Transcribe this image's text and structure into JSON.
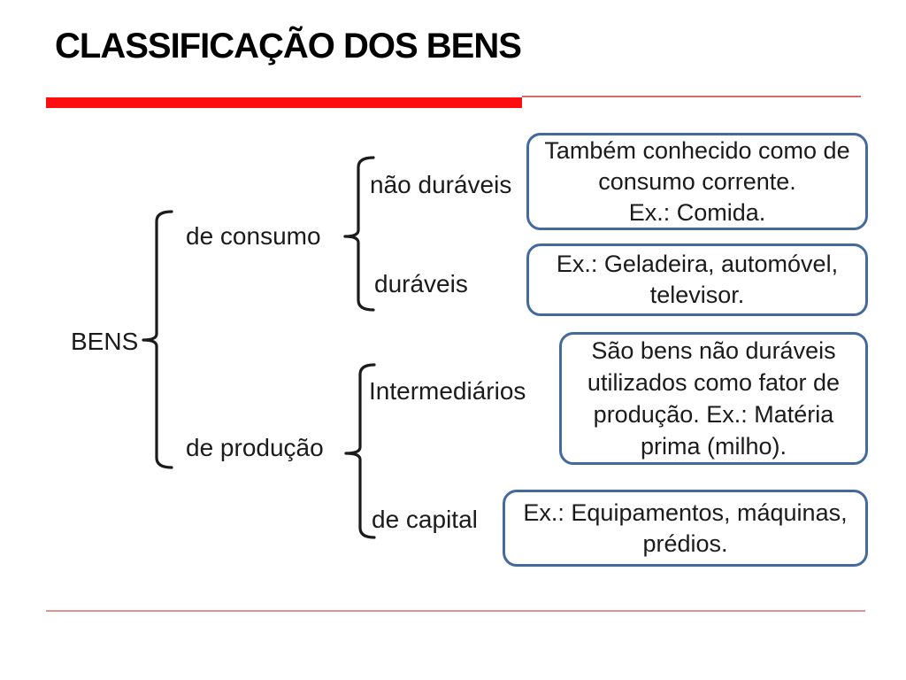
{
  "slide": {
    "title": "CLASSIFICAÇÃO DOS BENS",
    "colors": {
      "accent_red": "#FD0D0D",
      "rule_red_light": "#DD9494",
      "callout_border_blue": "#44699C",
      "text_black": "#1B1B1B"
    }
  },
  "tree": {
    "root_label": "BENS",
    "branches": {
      "consumo_label": "de consumo",
      "nao_duraveis_label": "não duráveis",
      "duraveis_label": "duráveis",
      "producao_label": "de produção",
      "intermediarios_label": "Intermediários",
      "capital_label": "de capital"
    }
  },
  "callouts": {
    "nao_duraveis_note": "Também conhecido como de\nconsumo corrente.\nEx.: Comida.",
    "duraveis_note": "Ex.: Geladeira, automóvel,\ntelevisor.",
    "intermediarios_note": "São bens não duráveis\nutilizados como fator de\nprodução. Ex.: Matéria\nprima (milho).",
    "capital_note": "Ex.: Equipamentos, máquinas,\nprédios."
  }
}
